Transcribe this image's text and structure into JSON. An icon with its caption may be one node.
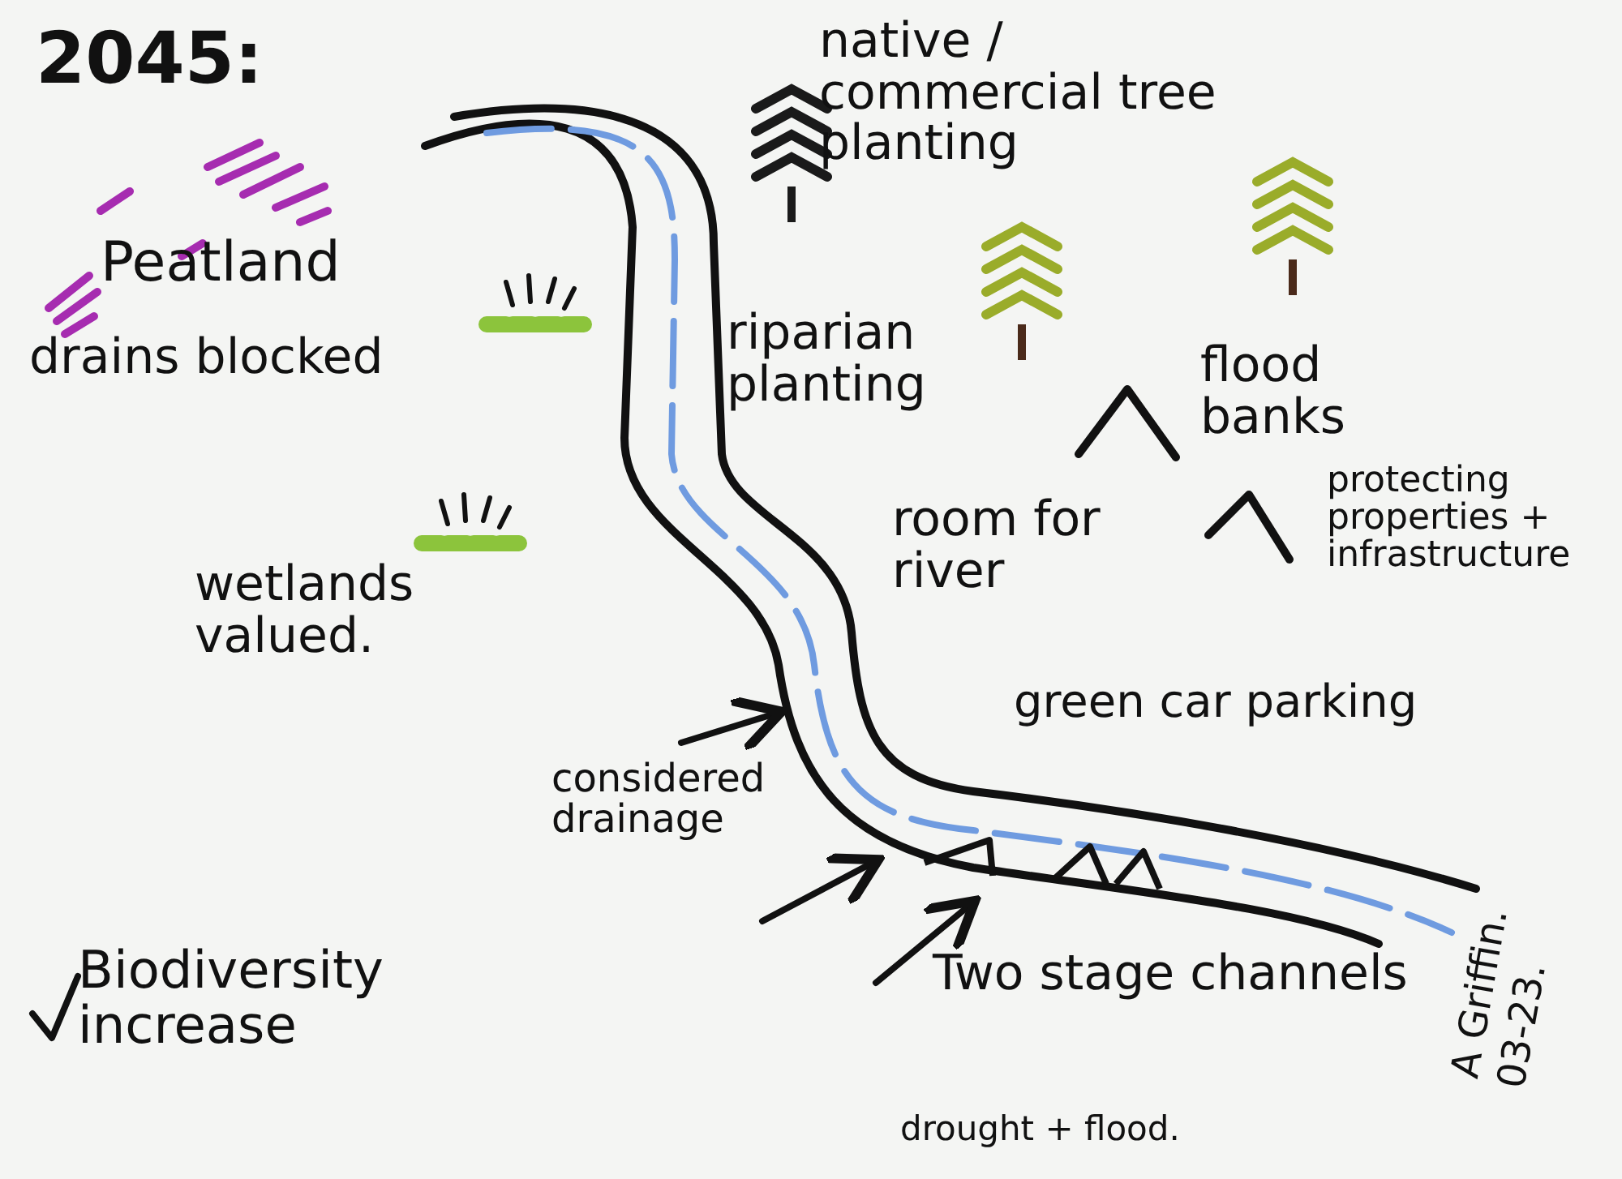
{
  "diagram": {
    "title": "2045:",
    "labels": [
      "native / commercial tree planting",
      "Peatland",
      "drains blocked",
      "riparian planting",
      "flood banks",
      "wetlands valued.",
      "room for river",
      "protecting properties + infrastructure",
      "green car parking",
      "considered drainage",
      "Biodiversity increase",
      "Two stage channels",
      "drought + flood.",
      "A Griffin.",
      "03-23."
    ]
  }
}
